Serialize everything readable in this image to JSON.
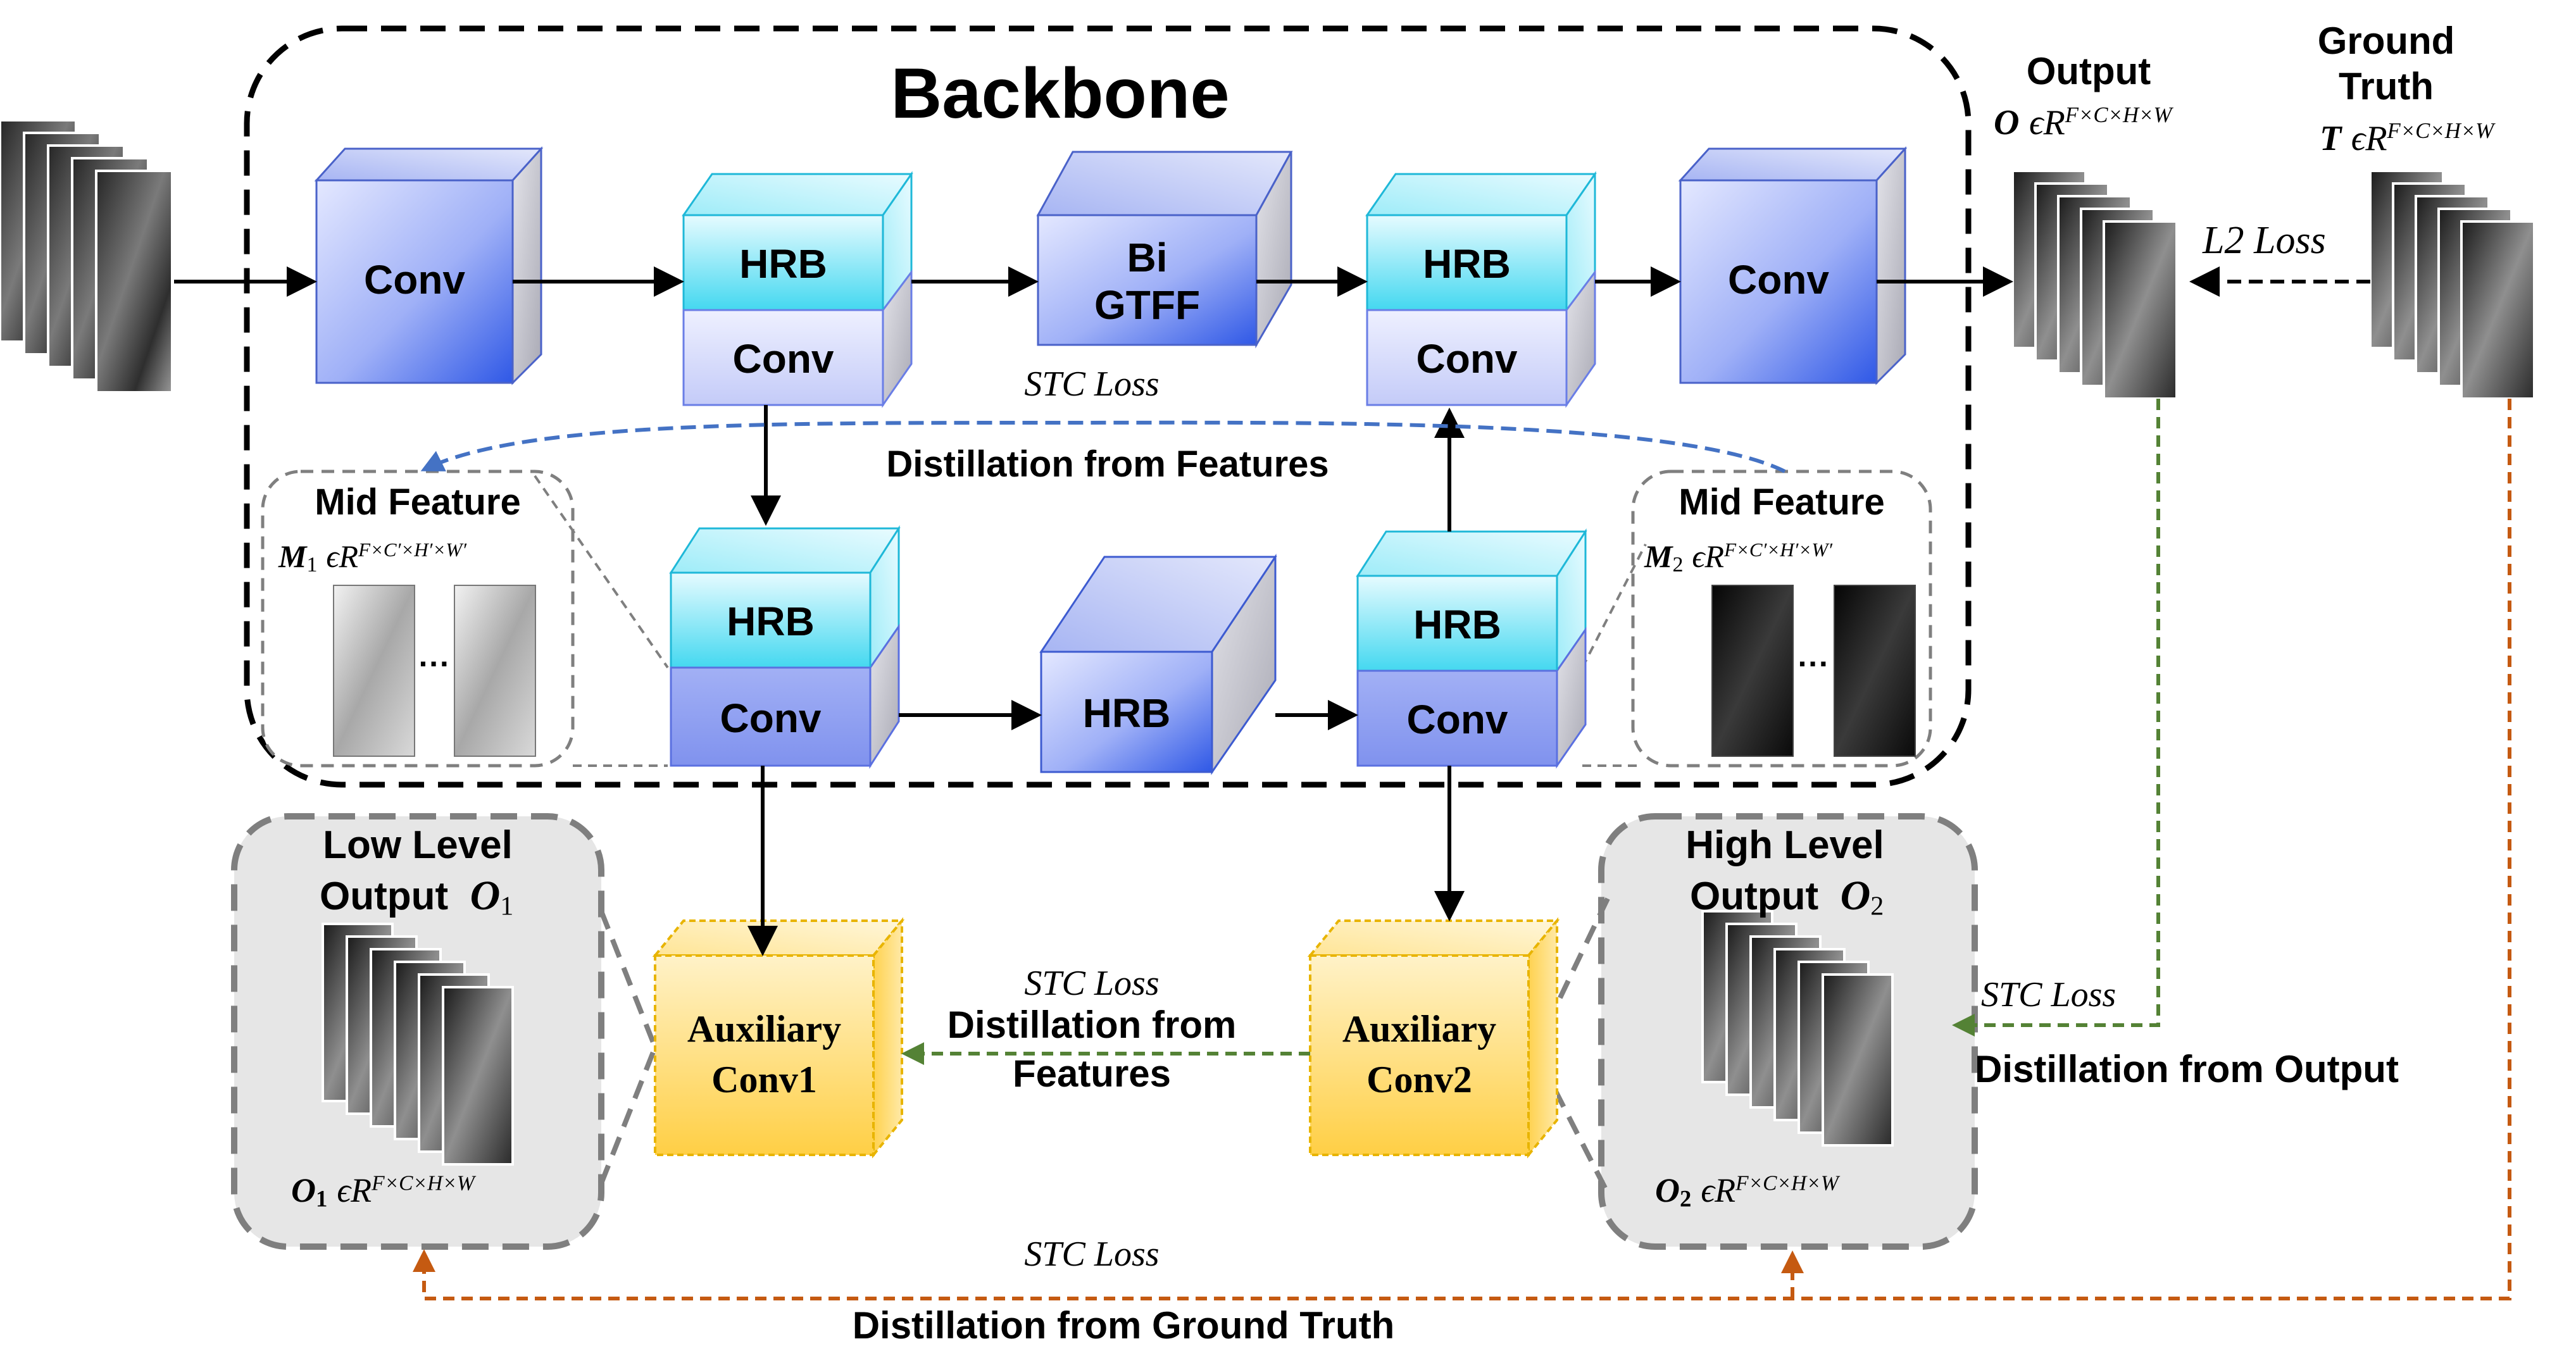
{
  "title": "Backbone",
  "blocks": {
    "conv1": "Conv",
    "hrb1": "HRB",
    "hrb1_conv": "Conv",
    "bigtff_line1": "Bi",
    "bigtff_line2": "GTFF",
    "hrb2": "HRB",
    "hrb2_conv": "Conv",
    "conv2": "Conv",
    "hrb3": "HRB",
    "hrb3_conv": "Conv",
    "hrb_mid": "HRB",
    "hrb4": "HRB",
    "hrb4_conv": "Conv"
  },
  "aux1": {
    "line1": "Auxiliary",
    "line2": "Conv1"
  },
  "aux2": {
    "line1": "Auxiliary",
    "line2": "Conv2"
  },
  "output": {
    "label": "Output",
    "symbol": "O",
    "in": "ϵR",
    "dims": "F×C×H×W"
  },
  "ground_truth": {
    "line1": "Ground",
    "line2": "Truth",
    "symbol": "T",
    "in": "ϵR",
    "dims": "F×C×H×W"
  },
  "mid_feature_1": {
    "label": "Mid Feature",
    "symbol": "M",
    "sub": "1",
    "in": "ϵR",
    "dims": "F×C′×H′×W′",
    "ellipsis": "···"
  },
  "mid_feature_2": {
    "label": "Mid Feature",
    "symbol": "M",
    "sub": "2",
    "in": "ϵR",
    "dims": "F×C′×H′×W′",
    "ellipsis": "···"
  },
  "low_output": {
    "line1": "Low Level",
    "line2": "Output",
    "symbol": "O",
    "sub": "1",
    "formula_symbol": "O",
    "formula_sub": "1",
    "in": "ϵR",
    "dims": "F×C×H×W"
  },
  "high_output": {
    "line1": "High Level",
    "line2": "Output",
    "symbol": "O",
    "sub": "2",
    "formula_symbol": "O",
    "formula_sub": "2",
    "in": "ϵR",
    "dims": "F×C×H×W"
  },
  "losses": {
    "l2": "L2 Loss",
    "stc_top": "STC Loss",
    "stc_aux": "STC Loss",
    "stc_output": "STC Loss",
    "stc_bottom": "STC Loss"
  },
  "distillation": {
    "features_top": "Distillation from Features",
    "features_aux_line1": "Distillation from",
    "features_aux_line2": "Features",
    "output": "Distillation from Output",
    "ground_truth": "Distillation from Ground Truth"
  },
  "colors": {
    "conv_front": "#7f96f5",
    "hrb_front": "#6fe0f1",
    "conv_lower": "#d9dcfb",
    "aux_front": "#ffd966",
    "aux_border": "#e8b400",
    "blue_dashed": "#4472c4",
    "green_dashed": "#548235",
    "orange_dashed": "#c55a11",
    "panel_fill": "#e6e6e6",
    "panel_border": "#7f7f7f"
  }
}
